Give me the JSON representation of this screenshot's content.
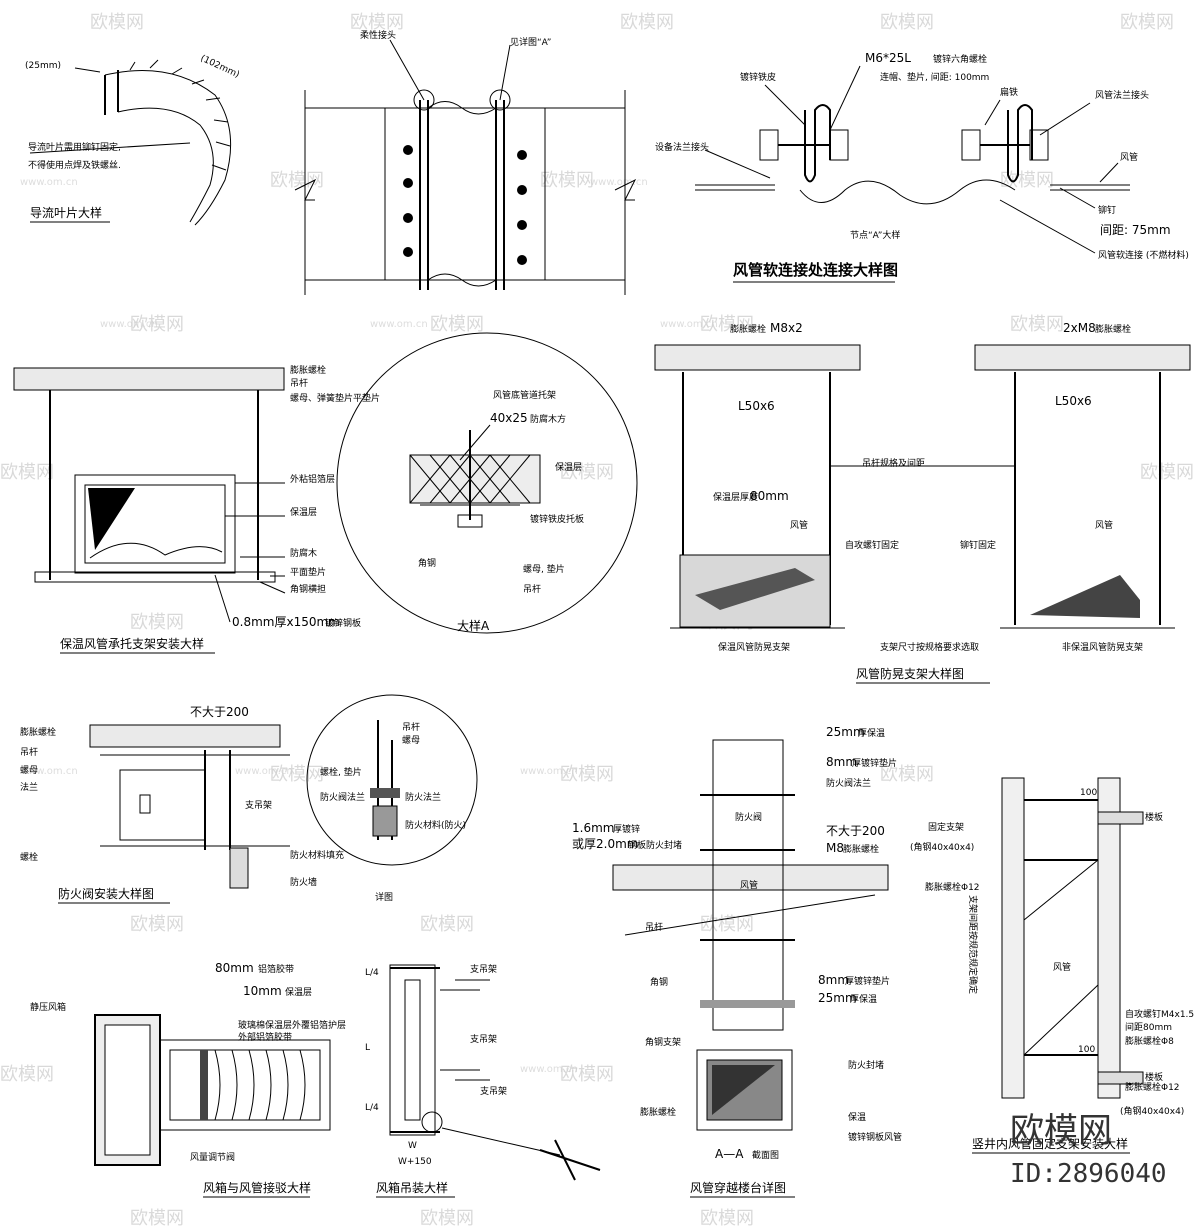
{
  "watermark": {
    "brand": "欧模网",
    "site": "www.om.cn"
  },
  "corner_mark": {
    "brand": "欧模网",
    "id": "ID:2896040"
  },
  "details": {
    "guide_vane": {
      "title": "导流叶片大样",
      "dim_a": "(25mm)",
      "dim_b": "(102mm)",
      "note_1": "导流叶片需用铆钉固定,",
      "note_2": "不得使用点焊及铁螺丝."
    },
    "flex_joint": {
      "label_a": "柔性接头",
      "label_b": "见详图“A”"
    },
    "node_a": {
      "bolt": "M6*25L",
      "bolt_note": "镀锌六角螺栓",
      "bolt_note2": "连帽、垫片, 间距: 100mm",
      "galv_sheet": "镀锌铁皮",
      "flat_iron": "扁铁",
      "duct_flange": "风管法兰接头",
      "equip_flange": "设备法兰接头",
      "duct": "风管",
      "rivet": "铆钉",
      "spacing": "间距: 75mm",
      "flex_material": "风管软连接 (不燃材料)",
      "sub_title": "节点“A”大样",
      "title": "风管软连接处连接大样图"
    },
    "insulated_support": {
      "label_1": "膨胀螺栓",
      "label_2": "吊杆",
      "label_3": "螺母、弹簧垫片平垫片",
      "label_4": "外粘铝箔层",
      "label_5": "保温层",
      "label_6": "防腐木",
      "label_7": "平面垫片",
      "label_8": "角钢横担",
      "plate": "0.8mm厚x150mm",
      "plate_note": "镀锌钢板",
      "title": "保温风管承托支架安装大样"
    },
    "detail_a": {
      "label_top": "风管底管道托架",
      "wood": "40x25",
      "wood_note": "防腐木方",
      "insulation": "保温层",
      "galv": "镀锌铁皮托板",
      "angle": "角钢",
      "nut": "螺母, 垫片",
      "rod": "吊杆",
      "title": "大样A"
    },
    "anti_sway": {
      "bolt": "M8x2",
      "bolt_note": "膨胀螺栓",
      "angle_l": "L50x6",
      "bolt_r": "2xM8",
      "bolt_r_note": "膨胀螺栓",
      "angle_r": "L50x6",
      "rod_note": "吊杆规格及间距",
      "ins_thk": "80mm",
      "ins_note": "保温层厚度",
      "duct_l": "风管",
      "fix_l": "自攻螺钉固定",
      "rivet_r": "铆钉固定",
      "duct_r": "风管",
      "bottom_note": "支架尺寸按规格要求选取",
      "sub_l": "保温风管防晃支架",
      "sub_r": "非保温风管防晃支架",
      "title": "风管防晃支架大样图"
    },
    "fire_damper": {
      "dim": "不大于200",
      "labels": [
        "膨胀螺栓",
        "吊杆",
        "螺母",
        "法兰",
        "螺栓"
      ],
      "support": "支吊架",
      "fire_insul": "防火材料填充",
      "wall": "防火墙",
      "title": "防火阀安装大样图"
    },
    "hanger_detail": {
      "labels": [
        "吊杆",
        "螺母",
        "螺栓, 垫片",
        "防火阀法兰",
        "防火法兰",
        "防火材料(防火)"
      ],
      "caption": "详图"
    },
    "box_conn": {
      "dim_a": "80mm",
      "dim_a_note": "铝箔胶带",
      "dim_b": "10mm",
      "dim_b_note": "保温层",
      "side_note": "静压风箱",
      "note_1": "玻璃棉保温层外覆铝箔护层",
      "note_2": "外部铝箔胶带",
      "note_3": "风量调节阀",
      "title": "风箱与风管接驳大样"
    },
    "box_hang": {
      "dim_l": "L/4",
      "dim_l2": "L",
      "dim_l3": "L/4",
      "w": "W",
      "w150": "W+150",
      "support": "支吊架",
      "support2": "支吊架",
      "support3": "支吊架",
      "title": "风箱吊装大样"
    },
    "through_floor": {
      "thk_top": "25mm",
      "thk_top_note": "厚保温",
      "sheet_a": "8mm",
      "sheet_a_note": "厚镀锌垫片",
      "ring": "防火阀法兰",
      "plate_a": "1.6mm",
      "plate_a_note": "厚镀锌",
      "plate_b": "或厚2.0mm",
      "plate_b_note": "钢板防火封堵",
      "gap": "不大于200",
      "bolt": "M8",
      "bolt_note": "膨胀螺栓",
      "fire": "防火阀",
      "duct": "风管",
      "rod": "吊杆",
      "angle": "角钢",
      "sheet_b": "8mm",
      "sheet_b_note": "厚镀锌垫片",
      "thk_bot": "25mm",
      "thk_bot_note": "厚保温",
      "section": "A—A",
      "section_note": "截面图",
      "sec_labels": [
        "角钢支架",
        "膨胀螺栓",
        "防火封堵",
        "保温",
        "镀锌钢板风管"
      ],
      "title": "风管穿越楼台详图"
    },
    "shaft": {
      "dim_100a": "100",
      "fix": "固定支架",
      "angle": "(角钢40x40x4)",
      "bolt_top": "膨胀螺栓Φ12",
      "vertical": "风管",
      "side_text": "支架间距按规范规定确定",
      "screw": "自攻螺钉M4x1.5",
      "screw_note": "间距80mm",
      "bolt_mid": "膨胀螺栓Φ8",
      "dim_100b": "100",
      "bolt_bot": "膨胀螺栓Φ12",
      "angle_b": "(角钢40x40x4)",
      "floor": "楼板",
      "floor2": "楼板",
      "title": "竖井内风管固定支架安装大样"
    }
  }
}
